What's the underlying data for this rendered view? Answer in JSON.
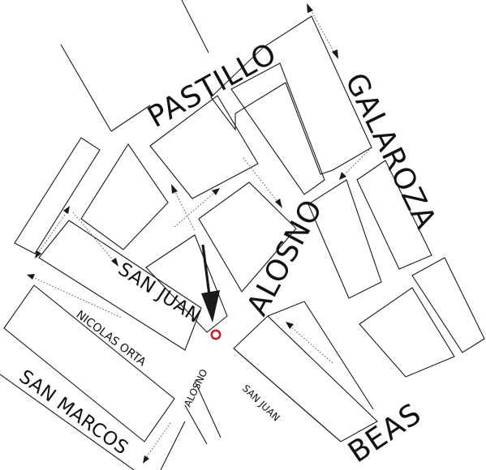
{
  "streets": {
    "pastillo": "PASTILLO",
    "galaroza": "GALAROZA",
    "alosno_main": "ALOSNO",
    "beas": "BEAS",
    "san_juan_upper": "SAN JUAN",
    "nicolas_orta": "NICOLAS ORTA",
    "san_marcos": "SAN MARCOS",
    "alosno_small": "ALOSNO",
    "san_juan_lower": "SAN JUAN"
  },
  "colors": {
    "location_marker": "#c0232b",
    "ink": "#1a1a1a"
  },
  "icons": {
    "location_marker": "circle-marker",
    "pointer": "down-arrow",
    "one_way": "arrowhead"
  }
}
